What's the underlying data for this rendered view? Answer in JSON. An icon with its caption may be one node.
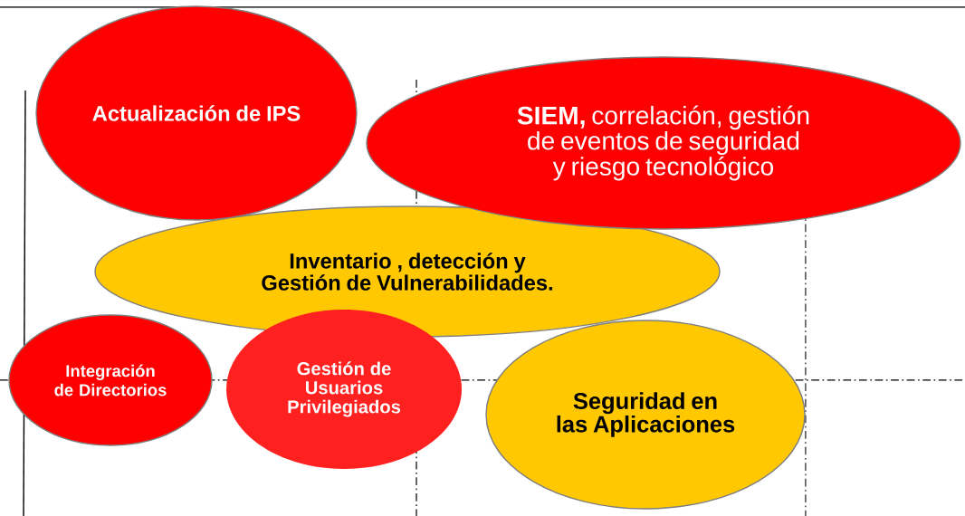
{
  "diagram": {
    "nodes": [
      {
        "text": [
          "Actualización de IPS"
        ]
      },
      {
        "text": [
          "**SIEM,** correlación, gestión de eventos de seguridad y riesgo tecnológico"
        ]
      },
      {
        "text": [
          "Inventario , detección y Gestión de Vulnerabilidades."
        ]
      },
      {
        "text": [
          "Integración de Directorios"
        ]
      },
      {
        "text": [
          "Gestión de Usuarios Privilegiados"
        ]
      },
      {
        "text": [
          "Seguridad en las Aplicaciones"
        ]
      }
    ]
  }
}
